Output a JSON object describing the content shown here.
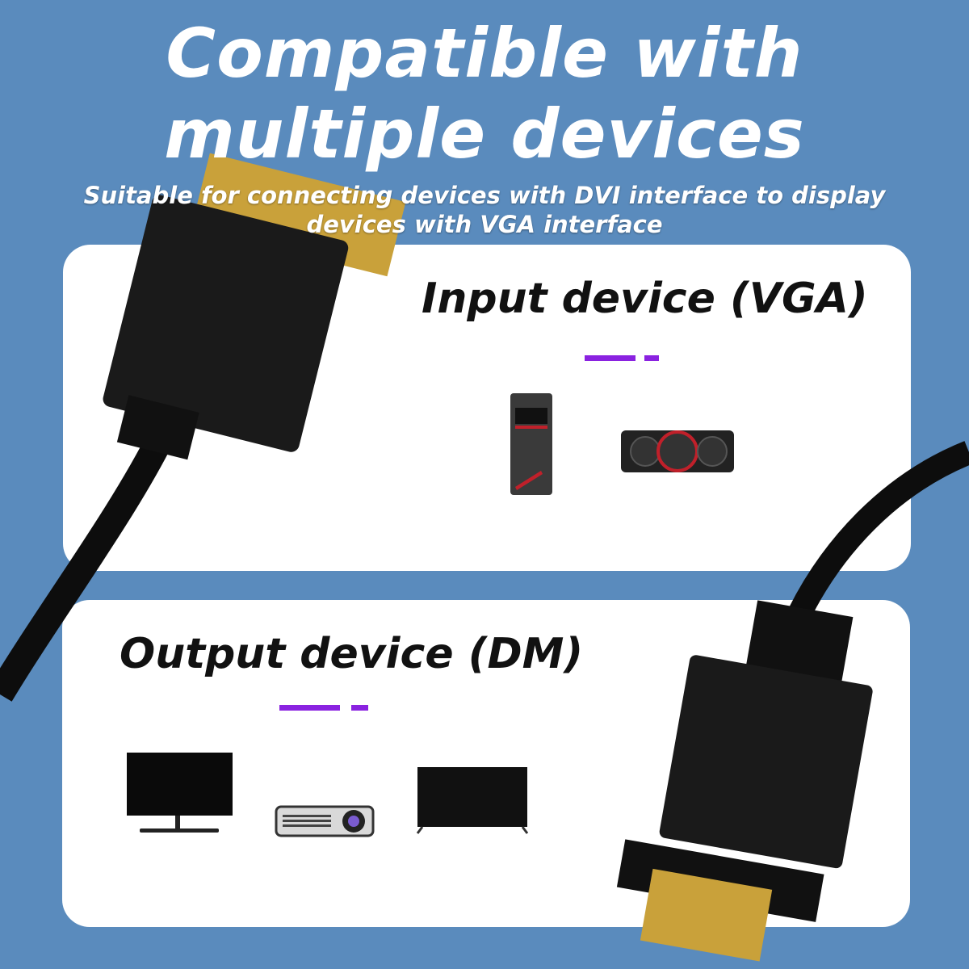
{
  "headline": {
    "line1": "Compatible with",
    "line2": "multiple devices"
  },
  "subtitle": {
    "line1": "Suitable for connecting devices with DVI interface to display",
    "line2": "devices with VGA interface"
  },
  "panels": [
    {
      "title": "Input device (VGA)",
      "devices": [
        "desktop-tower",
        "graphics-card"
      ]
    },
    {
      "title": "Output device (DM)",
      "devices": [
        "monitor",
        "projector",
        "tv"
      ]
    }
  ],
  "colors": {
    "background": "#5a8bbd",
    "accent": "#8a22e0",
    "panel": "#ffffff"
  }
}
